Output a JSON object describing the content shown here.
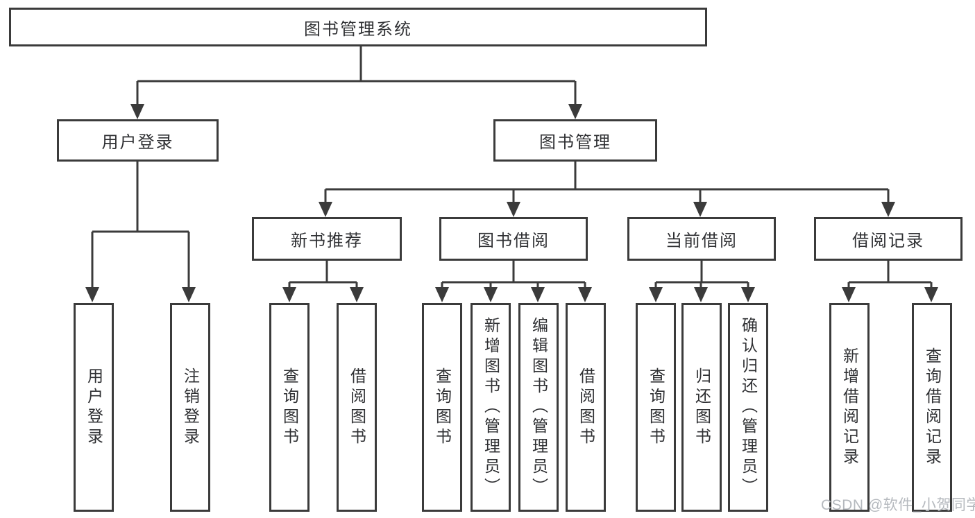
{
  "diagram": {
    "title": "图书管理系统",
    "branches": {
      "user_login": {
        "label": "用户登录",
        "children": {
          "login": "用户登录",
          "logout": "注销登录"
        }
      },
      "book_management": {
        "label": "图书管理",
        "sections": {
          "new_book": {
            "label": "新书推荐",
            "children": {
              "query": "查询图书",
              "borrow": "借阅图书"
            }
          },
          "borrowing": {
            "label": "图书借阅",
            "children": {
              "query": "查询图书",
              "add": "新增图书（管理员）",
              "edit": "编辑图书（管理员）",
              "borrow": "借阅图书"
            }
          },
          "current": {
            "label": "当前借阅",
            "children": {
              "query": "查询图书",
              "return": "归还图书",
              "confirm": "确认归还（管理员）"
            }
          },
          "records": {
            "label": "借阅记录",
            "children": {
              "add": "新增借阅记录",
              "query": "查询借阅记录"
            }
          }
        }
      }
    }
  },
  "watermark": {
    "text": "CSDN @软件_小贺同学"
  },
  "colors": {
    "line": "#3b3b3b",
    "text": "#2f3033",
    "watermark": "#b5b9be",
    "background": "#ffffff"
  }
}
